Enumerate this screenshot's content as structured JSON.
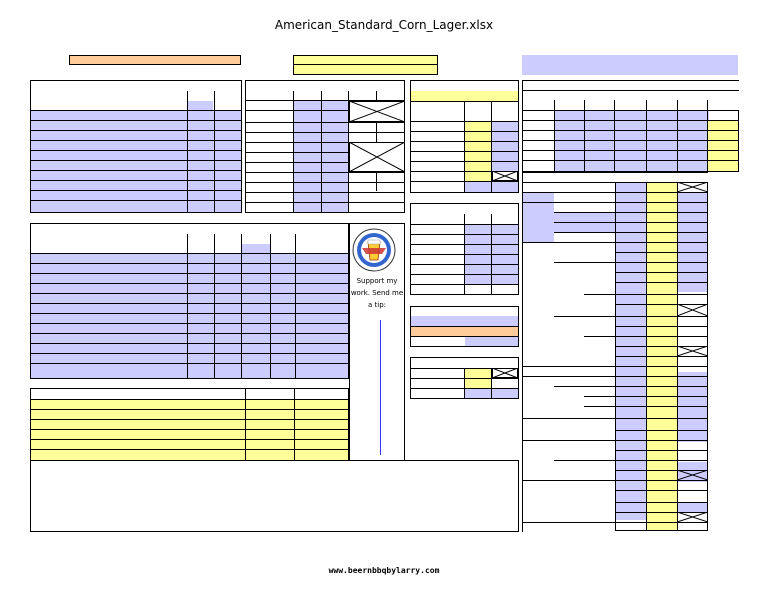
{
  "document": {
    "title": "American_Standard_Corn_Lager.xlsx",
    "footer_url": "www.beernbbqbylarry.com"
  },
  "sidebar_promo": {
    "tip_text": "Support my work. Send me a tip:",
    "logo_top_text": "BEER-N-BBQ",
    "logo_bottom_text": "BY LARRY"
  },
  "colors": {
    "lavender": "#ccccff",
    "yellow": "#ffff99",
    "peach": "#ffcc99",
    "tip_line_blue": "#3333ff"
  }
}
